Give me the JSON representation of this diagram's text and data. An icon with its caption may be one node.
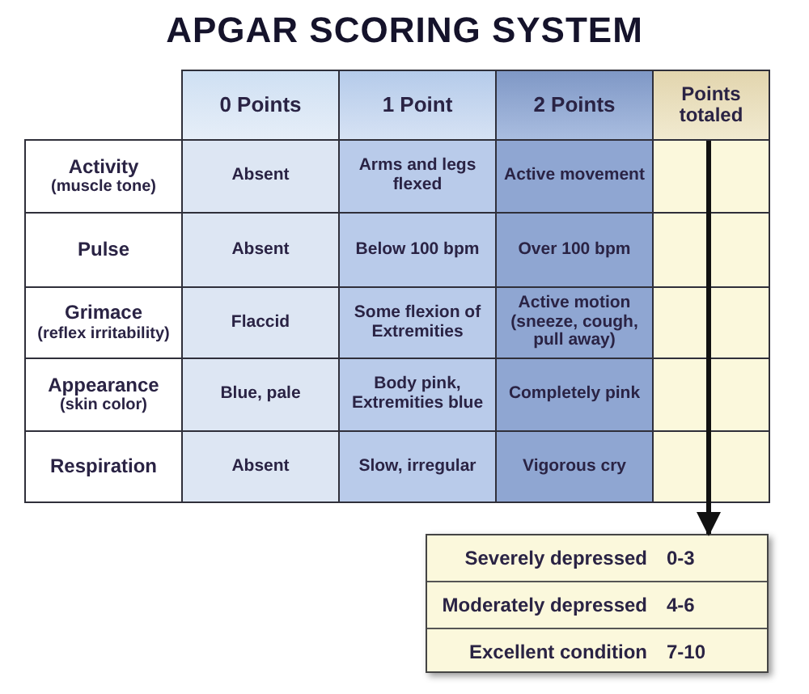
{
  "diagram": {
    "title": "APGAR SCORING SYSTEM",
    "nodes": [
      {
        "text": [
          "Points totaled"
        ]
      },
      {
        "text": [
          "Severely depressed",
          "0-3",
          "Moderately depressed",
          "4-6",
          "Excellent condition",
          "7-10"
        ]
      }
    ],
    "edges": [
      {
        "from": 0,
        "to": 1,
        "arrow": "to"
      }
    ],
    "labels": [
      "0 Points",
      "1 Point",
      "2 Points",
      "Activity",
      "(muscle tone)",
      "Absent",
      "Arms and legs flexed",
      "Active movement",
      "Pulse",
      "Absent",
      "Below 100 bpm",
      "Over 100 bpm",
      "Grimace",
      "(reflex irritability)",
      "Flaccid",
      "Some flexion of Extremities",
      "Active motion (sneeze, cough, pull away)",
      "Appearance",
      "(skin color)",
      "Blue, pale",
      "Body pink, Extremities blue",
      "Completely pink",
      "Respiration",
      "Absent",
      "Slow, irregular",
      "Vigorous cry"
    ]
  }
}
